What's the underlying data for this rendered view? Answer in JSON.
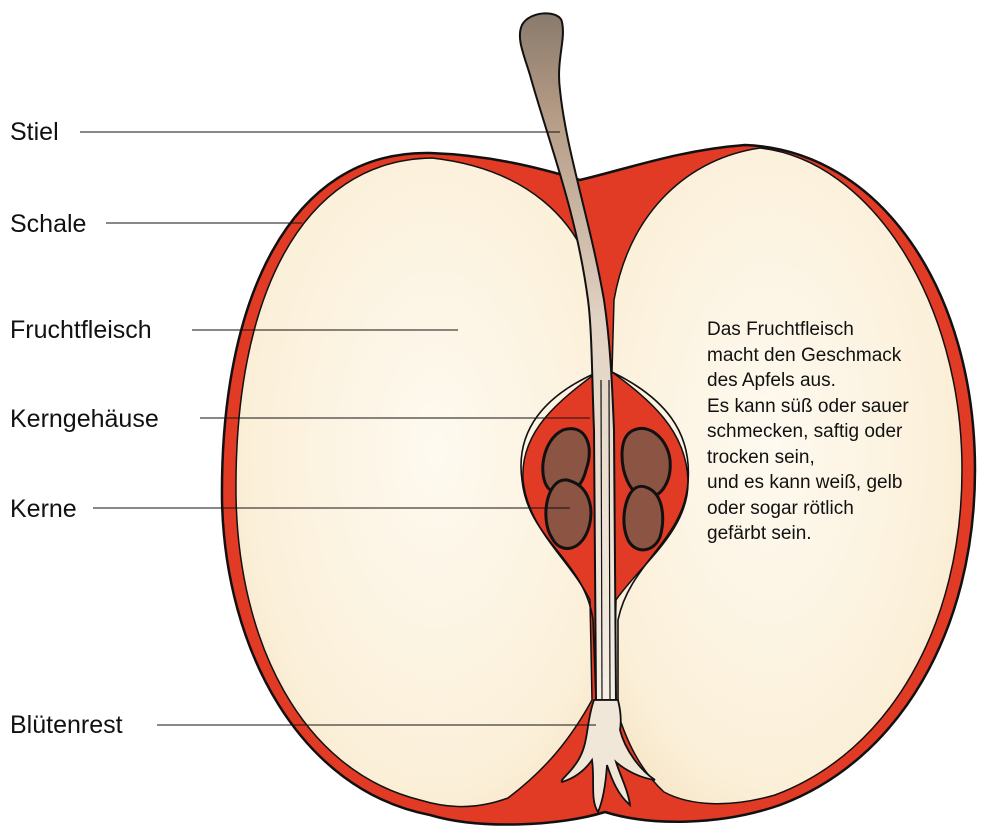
{
  "labels": {
    "stiel": "Stiel",
    "schale": "Schale",
    "fruchtfleisch": "Fruchtfleisch",
    "kerngehaeuse": "Kerngehäuse",
    "kerne": "Kerne",
    "bluetenrest": "Blütenrest"
  },
  "description": [
    "Das Fruchtfleisch",
    "macht den Geschmack",
    "des Apfels aus.",
    "Es kann süß oder sauer",
    "schmecken, saftig oder",
    "trocken sein,",
    "und es kann weiß, gelb",
    "oder sogar rötlich",
    "gefärbt sein."
  ],
  "colors": {
    "skin": "#e23b26",
    "flesh_light": "#fdf6e7",
    "flesh_dark": "#f5e2c0",
    "seed": "#8c5442",
    "stem": "#c9b09a",
    "outline": "#111111"
  }
}
